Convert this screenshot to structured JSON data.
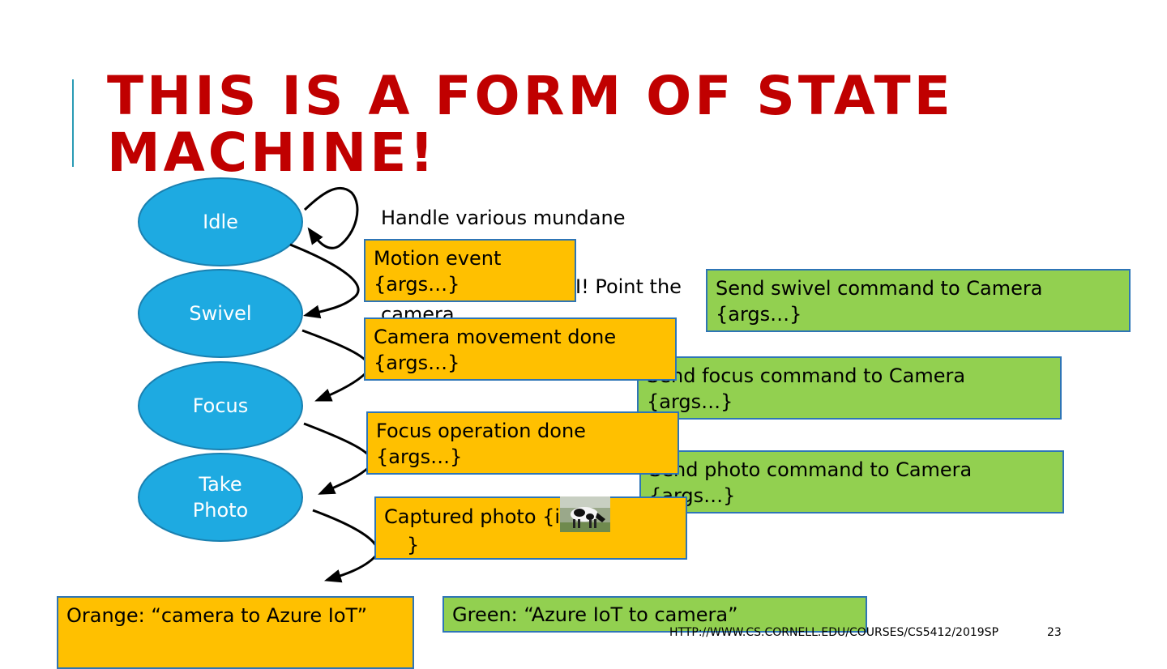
{
  "slide": {
    "title": "THIS IS A FORM OF STATE MACHINE!",
    "footer_url": "HTTP://WWW.CS.CORNELL.EDU/COURSES/CS5412/2019SP",
    "page_number": "23"
  },
  "states": [
    "Idle",
    "Swivel",
    "Focus",
    "Take Photo"
  ],
  "background_text": {
    "line1": "Handle various mundane",
    "line2": "I!  Point the",
    "line3": "camera"
  },
  "events_orange": [
    {
      "label": "Motion event {args…}"
    },
    {
      "label": "Camera movement done {args…}"
    },
    {
      "label": "Focus operation done {args…}"
    },
    {
      "label_before": "Captured photo {i",
      "label_after": "}",
      "image": "cow-photo-icon"
    }
  ],
  "commands_green": [
    {
      "label": "Send swivel command to Camera {args…}"
    },
    {
      "label": "Send focus command to Camera {args…}"
    },
    {
      "label": "Send photo command to Camera {args…}"
    }
  ],
  "legend": {
    "orange": "Orange: “camera to Azure IoT”",
    "green": "Green: “Azure IoT to camera”"
  },
  "colors": {
    "title": "#c00000",
    "state_fill": "#1eaae1",
    "orange": "#ffc000",
    "green": "#92d050",
    "box_border": "#2e75b6"
  }
}
